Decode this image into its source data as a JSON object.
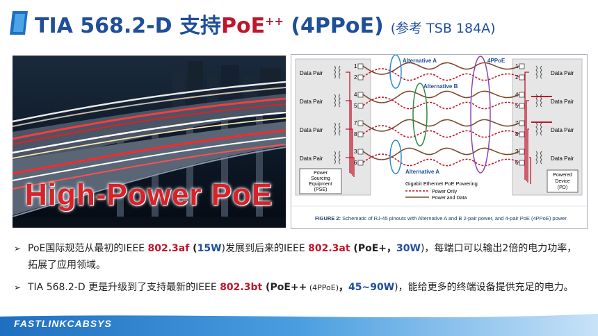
{
  "slide": {
    "title_main": "TIA 568.2-D 支持",
    "title_poe": "PoE",
    "title_plus": "++",
    "title_paren": " (4PPoE)",
    "title_ref": "(参考 TSB 184A)"
  },
  "photo": {
    "overlay_text": "High-Power PoE"
  },
  "diagram": {
    "data_pair_label": "Data Pair",
    "left_pins": [
      "1",
      "2",
      "4",
      "5",
      "7",
      "8",
      "3",
      "6"
    ],
    "right_pins": [
      "1",
      "2",
      "4",
      "5",
      "7",
      "8",
      "3",
      "6"
    ],
    "alt_a_top": "Alternative A",
    "alt_b": "Alternative B",
    "alt_a_bottom": "Alternative A",
    "fourppoe": "4PPoE",
    "pse_label": [
      "Power",
      "Sourcing",
      "Equipment",
      "(PSE)"
    ],
    "pd_label": [
      "Powered",
      "Device",
      "(PD)"
    ],
    "legend_title": "Gigabit Ethernet PoE Powering",
    "legend_power_only": "Power Only",
    "legend_power_data": "Power and Data",
    "caption_bold": "FIGURE 2:",
    "caption": " Schematic of RJ-45 pinouts with Alternative A and B 2-pair power, and 4-pair PoE (4PPoE) power.",
    "colors": {
      "power_only": "#c0152a",
      "power_data": "#7a4a2a",
      "alt_a": "#2a8bd0",
      "alt_b": "#2e8a3e",
      "fourppoe": "#8e44ad"
    }
  },
  "bullets": [
    {
      "p1": "PoE国际规范从最初的IEEE ",
      "std1": "802.3af",
      "p2": " (",
      "w1": "15W",
      "p3": ")发展到后来的IEEE ",
      "std2": "802.3at",
      "p4": " (PoE+，",
      "w2": "30W",
      "p5": ")，每端口可以输出2倍的电力功率，",
      "line2": "拓展了应用领域。"
    },
    {
      "p1": "TIA 568.2-D 更是升级到了支持最新的IEEE ",
      "std": "802.3bt",
      "p2": " (PoE++",
      "small": " (4PPoE)",
      "p3": "，",
      "w": "45~90W",
      "p4": ")，能给更多的终端设备提供充足的电力。"
    }
  ],
  "footer": {
    "brand": "FASTLINKCABSYS"
  }
}
